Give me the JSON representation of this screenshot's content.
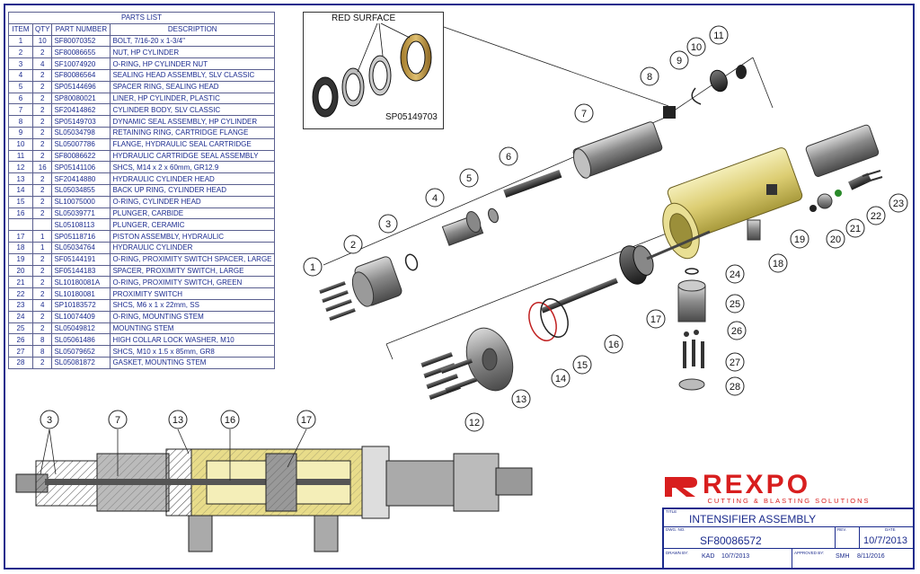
{
  "parts_list": {
    "title": "PARTS LIST",
    "headers": [
      "ITEM",
      "QTY",
      "PART NUMBER",
      "DESCRIPTION"
    ],
    "rows": [
      [
        "1",
        "10",
        "SF80070352",
        "BOLT, 7/16-20 x 1-3/4\""
      ],
      [
        "2",
        "2",
        "SF80086655",
        "NUT, HP CYLINDER"
      ],
      [
        "3",
        "4",
        "SF10074920",
        "O-RING, HP CYLINDER NUT"
      ],
      [
        "4",
        "2",
        "SF80086564",
        "SEALING HEAD ASSEMBLY, SLV CLASSIC"
      ],
      [
        "5",
        "2",
        "SP05144696",
        "SPACER RING, SEALING HEAD"
      ],
      [
        "6",
        "2",
        "SP80080021",
        "LINER, HP CYLINDER, PLASTIC"
      ],
      [
        "7",
        "2",
        "SF20414862",
        "CYLINDER BODY, SLV CLASSIC"
      ],
      [
        "8",
        "2",
        "SP05149703",
        "DYNAMIC SEAL ASSEMBLY, HP CYLINDER"
      ],
      [
        "9",
        "2",
        "SL05034798",
        "RETAINING RING, CARTRIDGE FLANGE"
      ],
      [
        "10",
        "2",
        "SL05007786",
        "FLANGE, HYDRAULIC SEAL CARTRIDGE"
      ],
      [
        "11",
        "2",
        "SF80086622",
        "HYDRAULIC CARTRIDGE SEAL ASSEMBLY"
      ],
      [
        "12",
        "16",
        "SP05141106",
        "SHCS, M14 x 2 x 60mm, GR12.9"
      ],
      [
        "13",
        "2",
        "SF20414880",
        "HYDRAULIC CYLINDER HEAD"
      ],
      [
        "14",
        "2",
        "SL05034855",
        "BACK UP RING, CYLINDER HEAD"
      ],
      [
        "15",
        "2",
        "SL10075000",
        "O-RING, CYLINDER HEAD"
      ],
      [
        "16",
        "2",
        "SL05039771",
        "PLUNGER, CARBIDE"
      ],
      [
        "",
        "",
        "SL05108113",
        "PLUNGER, CERAMIC"
      ],
      [
        "17",
        "1",
        "SP05118716",
        "PISTON ASSEMBLY, HYDRAULIC"
      ],
      [
        "18",
        "1",
        "SL05034764",
        "HYDRAULIC CYLINDER"
      ],
      [
        "19",
        "2",
        "SF05144191",
        "O-RING, PROXIMITY SWITCH SPACER, LARGE"
      ],
      [
        "20",
        "2",
        "SF05144183",
        "SPACER, PROXIMITY SWITCH, LARGE"
      ],
      [
        "21",
        "2",
        "SL10180081A",
        "O-RING, PROXIMITY SWITCH, GREEN"
      ],
      [
        "22",
        "2",
        "SL10180081",
        "PROXIMITY SWITCH"
      ],
      [
        "23",
        "4",
        "SP10183572",
        "SHCS, M6 x 1 x 22mm, SS"
      ],
      [
        "24",
        "2",
        "SL10074409",
        "O-RING, MOUNTING STEM"
      ],
      [
        "25",
        "2",
        "SL05049812",
        "MOUNTING STEM"
      ],
      [
        "26",
        "8",
        "SL05061486",
        "HIGH COLLAR LOCK WASHER, M10"
      ],
      [
        "27",
        "8",
        "SL05079652",
        "SHCS, M10 x 1.5 x 85mm, GR8"
      ],
      [
        "28",
        "2",
        "SL05081872",
        "GASKET, MOUNTING STEM"
      ]
    ]
  },
  "detail": {
    "label": "RED SURFACE",
    "part_number": "SP05149703"
  },
  "exploded_balloons": [
    "1",
    "2",
    "3",
    "4",
    "5",
    "6",
    "7",
    "8",
    "9",
    "10",
    "11",
    "12",
    "13",
    "14",
    "15",
    "16",
    "17",
    "18",
    "19",
    "20",
    "21",
    "22",
    "23",
    "24",
    "25",
    "26",
    "27",
    "28"
  ],
  "section_balloons": [
    "3",
    "7",
    "13",
    "16",
    "17"
  ],
  "logo": {
    "word": "REXPO",
    "tagline": "CUTTING & BLASTING SOLUTIONS",
    "color": "#d81e1e"
  },
  "title_block": {
    "title_label": "TITLE",
    "title": "INTENSIFIER ASSEMBLY",
    "dwg_label": "DWG. NO.",
    "dwg_no": "SF80086572",
    "rev_label": "REV.",
    "rev": "",
    "date_label": "DATE",
    "date": "10/7/2013",
    "drawn_label": "DRAWN BY:",
    "drawn_by": "KAD",
    "drawn_date": "10/7/2013",
    "approved_label": "APPROVED BY:",
    "approved_by": "SMH",
    "approved_date": "8/11/2016"
  },
  "colors": {
    "border": "#1a2a8c",
    "table_text": "#1b2b8f",
    "yellow_part": "#e6dc8a",
    "steel": "#9a9a9a",
    "brand": "#d81e1e"
  }
}
